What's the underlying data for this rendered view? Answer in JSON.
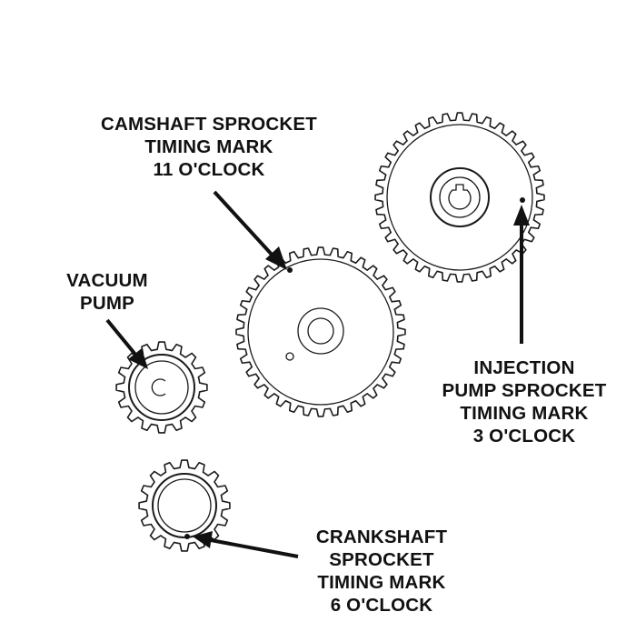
{
  "labels": {
    "camshaft": [
      "CAMSHAFT SPROCKET",
      "TIMING MARK",
      "11 O'CLOCK"
    ],
    "vacuum": [
      "VACUUM",
      "PUMP"
    ],
    "injection": [
      "INJECTION",
      "PUMP SPROCKET",
      "TIMING MARK",
      "3 O'CLOCK"
    ],
    "crankshaft": [
      "CRANKSHAFT",
      "SPROCKET",
      "TIMING MARK",
      "6 O'CLOCK"
    ]
  }
}
